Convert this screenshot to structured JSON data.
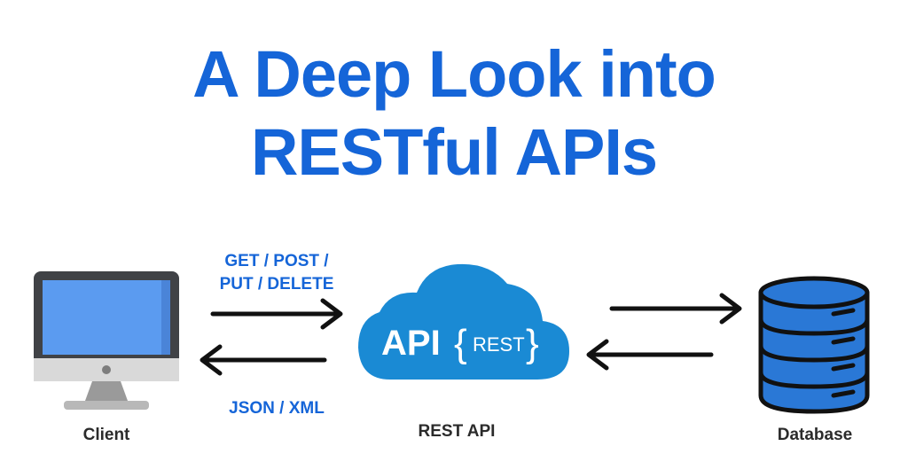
{
  "title": {
    "line1": "A Deep Look into",
    "line2": "RESTful APIs"
  },
  "requests": {
    "line1": "GET / POST /",
    "line2": "PUT / DELETE"
  },
  "response": "JSON / XML",
  "client_label": "Client",
  "api_label": "REST API",
  "database_label": "Database",
  "cloud": {
    "api_text": "API",
    "open_brace": "{",
    "rest_text": "REST",
    "close_brace": "}"
  },
  "colors": {
    "title": "#1565d8",
    "cloud": "#1a8ad4",
    "monitor_screen": "#5b9bf0",
    "database": "#2a78d6",
    "arrow": "#111111"
  }
}
